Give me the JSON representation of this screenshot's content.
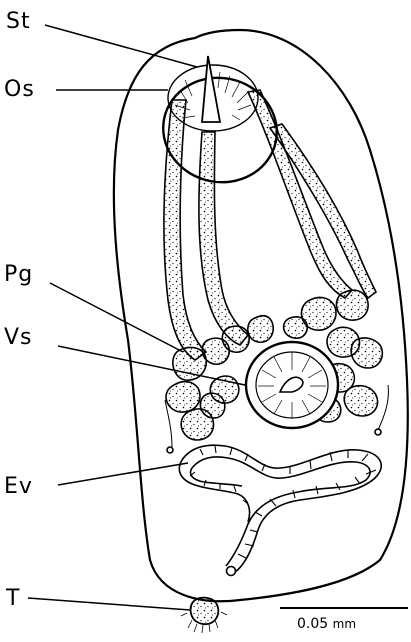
{
  "labels": {
    "st": "St",
    "os": "Os",
    "pg": "Pg",
    "vs": "Vs",
    "ev": "Ev",
    "t": "T"
  },
  "scale_bar": {
    "value": "0.05",
    "unit": "mm"
  },
  "colors": {
    "ink": "#000000",
    "paper": "#ffffff"
  }
}
